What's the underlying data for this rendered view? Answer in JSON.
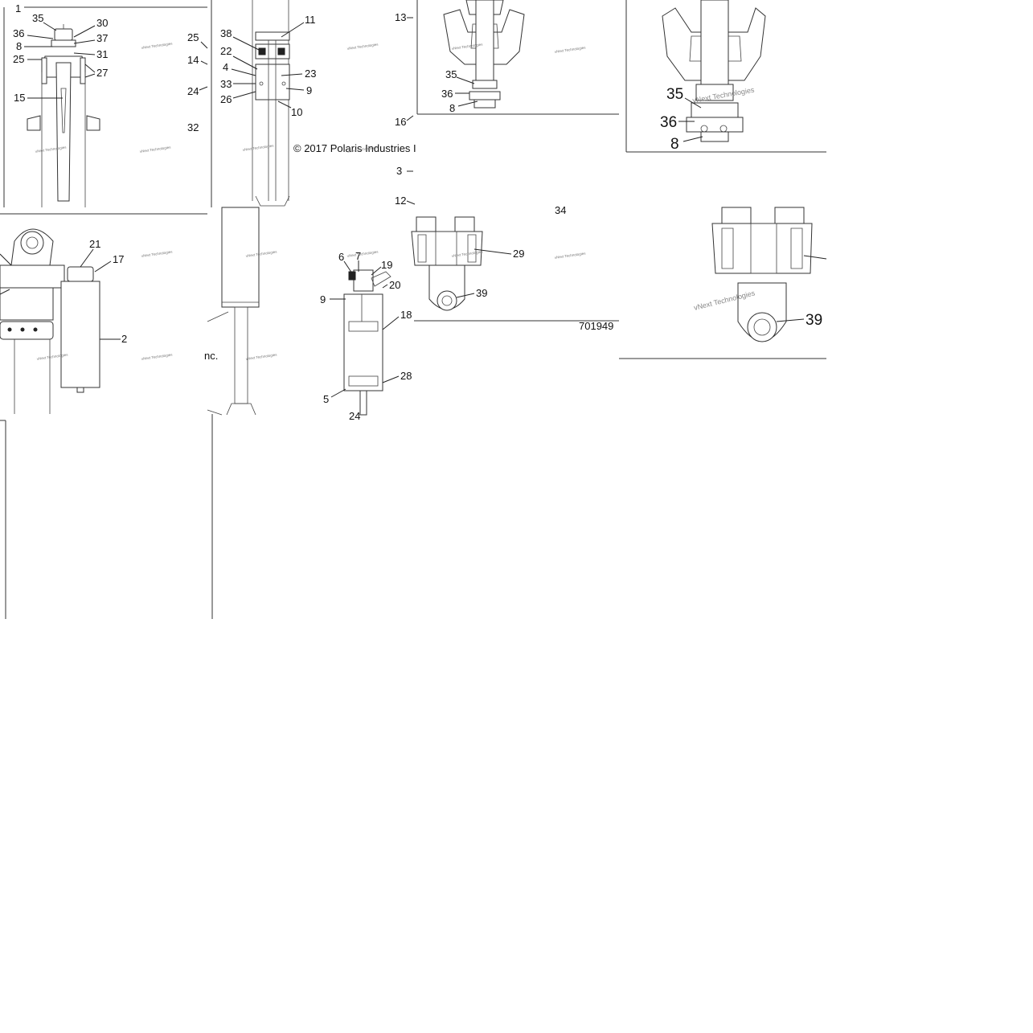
{
  "copyright": "© 2017 Polaris Industries Inc.",
  "copyright_fragment_left": "© 2017 Polaris Industries I",
  "copyright_fragment_right": "nc.",
  "diagram_id": "701949",
  "watermark": "vNext Technologies",
  "callouts": {
    "p1": "1",
    "p35": "35",
    "p30": "30",
    "p36": "36",
    "p37": "37",
    "p8": "8",
    "p31": "31",
    "p25": "25",
    "p27": "27",
    "p15": "15",
    "p25b": "25",
    "p14": "14",
    "p24": "24",
    "p32": "32",
    "p38": "38",
    "p11": "11",
    "p22": "22",
    "p4": "4",
    "p23": "23",
    "p33": "33",
    "p9": "9",
    "p26": "26",
    "p10": "10",
    "p13": "13",
    "p35b": "35",
    "p36b": "36",
    "p8b": "8",
    "p16": "16",
    "p3": "3",
    "p12": "12",
    "p34": "34",
    "p29": "29",
    "p39": "39",
    "p35c": "35",
    "p36c": "36",
    "p8c": "8",
    "p39c": "39",
    "p21": "21",
    "p17": "17",
    "p2": "2",
    "p6": "6",
    "p7": "7",
    "p19": "19",
    "p20": "20",
    "p9b": "9",
    "p18": "18",
    "p28": "28",
    "p5": "5",
    "p24b": "24"
  }
}
